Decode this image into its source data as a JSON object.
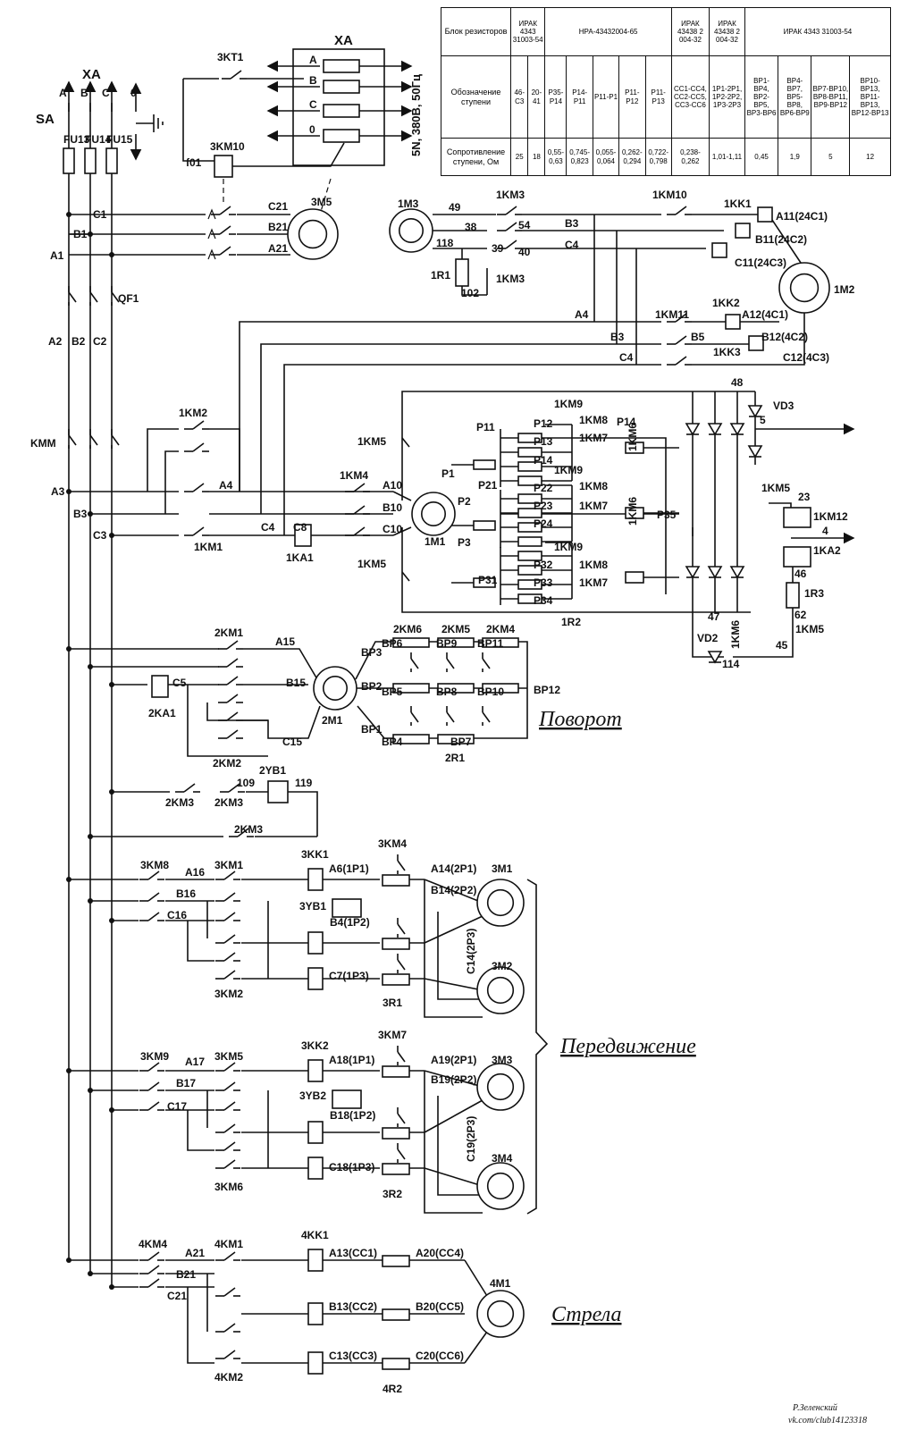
{
  "table": {
    "rows": [
      [
        "Блок резисторов",
        "ИРАК 4343 31003-54",
        "НРА-43432004-65",
        "ИРАК 43438 2 004-32",
        "ИРАК 43438 2 004-32",
        "ИРАК 4343 31003-54"
      ],
      [
        "Обозначение ступени",
        "46-С3",
        "20-41",
        "Р35-Р14",
        "Р14-Р11",
        "Р11-Р1",
        "Р11-Р12",
        "Р11-Р13",
        "СС1-СС4, СС2-СС5, СС3-СС6",
        "1Р1-2Р1, 1Р2-2Р2, 1Р3-2Р3",
        "ВР1-ВР4, ВР2-ВР5, ВР3-ВР6",
        "ВР4-ВР7, ВР5-ВР8, ВР6-ВР9",
        "ВР7-ВР10, ВР8-ВР11, ВР9-ВР12",
        "ВР10-ВР13, ВР11-ВР13, ВР12-ВР13"
      ],
      [
        "Сопротивление ступени, Ом",
        "25",
        "18",
        "0,55-0,63",
        "0,745-0,823",
        "0,055-0,064",
        "0,262-0,294",
        "0,722-0,798",
        "0,238-0,262",
        "1,01-1,11",
        "0,45",
        "1,9",
        "5",
        "12"
      ]
    ]
  },
  "sections": {
    "rotation": "Поворот",
    "travel": "Передвижение",
    "boom": "Стрела"
  },
  "supply": {
    "label": "5N, 380В, 50Гц"
  },
  "signature": [
    "Р.Зеленский",
    "vk.com/club14123318"
  ],
  "labels": [
    {
      "t": "XA"
    },
    {
      "t": "A"
    },
    {
      "t": "B"
    },
    {
      "t": "C"
    },
    {
      "t": "0"
    },
    {
      "t": "SA"
    },
    {
      "t": "FU13"
    },
    {
      "t": "FU14"
    },
    {
      "t": "FU15"
    },
    {
      "t": "3KT1"
    },
    {
      "t": "XA"
    },
    {
      "t": "A"
    },
    {
      "t": "B"
    },
    {
      "t": "C"
    },
    {
      "t": "0"
    },
    {
      "t": "3KM10"
    },
    {
      "t": "f01"
    },
    {
      "t": "C1"
    },
    {
      "t": "B1"
    },
    {
      "t": "A1"
    },
    {
      "t": "C21"
    },
    {
      "t": "B21"
    },
    {
      "t": "A21"
    },
    {
      "t": "3M5"
    },
    {
      "t": "QF1"
    },
    {
      "t": "A2"
    },
    {
      "t": "B2"
    },
    {
      "t": "C2"
    },
    {
      "t": "KMM"
    },
    {
      "t": "A3"
    },
    {
      "t": "B3"
    },
    {
      "t": "C3"
    },
    {
      "t": "1M3"
    },
    {
      "t": "49"
    },
    {
      "t": "38"
    },
    {
      "t": "118"
    },
    {
      "t": "39"
    },
    {
      "t": "1R1"
    },
    {
      "t": "102"
    },
    {
      "t": "1KM3"
    },
    {
      "t": "1KM3"
    },
    {
      "t": "54"
    },
    {
      "t": "40"
    },
    {
      "t": "B3"
    },
    {
      "t": "C4"
    },
    {
      "t": "1KM10"
    },
    {
      "t": "1KK1"
    },
    {
      "t": "A11(24C1)"
    },
    {
      "t": "B11(24C2)"
    },
    {
      "t": "C11(24C3)"
    },
    {
      "t": "1M2"
    },
    {
      "t": "A4"
    },
    {
      "t": "1KM11"
    },
    {
      "t": "1KK2"
    },
    {
      "t": "A12(4C1)"
    },
    {
      "t": "B3"
    },
    {
      "t": "B5"
    },
    {
      "t": "B12(4C2)"
    },
    {
      "t": "C4"
    },
    {
      "t": "1KK3"
    },
    {
      "t": "C12(4C3)"
    },
    {
      "t": "1KM2"
    },
    {
      "t": "A4"
    },
    {
      "t": "1KM1"
    },
    {
      "t": "C4"
    },
    {
      "t": "C8"
    },
    {
      "t": "1KA1"
    },
    {
      "t": "1KM4"
    },
    {
      "t": "A10"
    },
    {
      "t": "B10"
    },
    {
      "t": "C10"
    },
    {
      "t": "1KM5"
    },
    {
      "t": "1KM5"
    },
    {
      "t": "1M1"
    },
    {
      "t": "P1"
    },
    {
      "t": "P2"
    },
    {
      "t": "P3"
    },
    {
      "t": "P11"
    },
    {
      "t": "P12"
    },
    {
      "t": "P13"
    },
    {
      "t": "P14"
    },
    {
      "t": "P14"
    },
    {
      "t": "1KM9"
    },
    {
      "t": "1KM8"
    },
    {
      "t": "1KM7"
    },
    {
      "t": "1KM6"
    },
    {
      "t": "P21"
    },
    {
      "t": "P22"
    },
    {
      "t": "P23"
    },
    {
      "t": "P24"
    },
    {
      "t": "1KM9"
    },
    {
      "t": "1KM8"
    },
    {
      "t": "1KM7"
    },
    {
      "t": "P35"
    },
    {
      "t": "1KM6"
    },
    {
      "t": "P31"
    },
    {
      "t": "P32"
    },
    {
      "t": "P33"
    },
    {
      "t": "P34"
    },
    {
      "t": "1KM9"
    },
    {
      "t": "1KM8"
    },
    {
      "t": "1KM7"
    },
    {
      "t": "1R2"
    },
    {
      "t": "48"
    },
    {
      "t": "VD3"
    },
    {
      "t": "5"
    },
    {
      "t": "1KM5"
    },
    {
      "t": "23"
    },
    {
      "t": "1KM12"
    },
    {
      "t": "4"
    },
    {
      "t": "1KA2"
    },
    {
      "t": "46"
    },
    {
      "t": "1R3"
    },
    {
      "t": "62"
    },
    {
      "t": "1KM5"
    },
    {
      "t": "47"
    },
    {
      "t": "VD2"
    },
    {
      "t": "114"
    },
    {
      "t": "1KM6"
    },
    {
      "t": "45"
    },
    {
      "t": "2KM1"
    },
    {
      "t": "A15"
    },
    {
      "t": "C5"
    },
    {
      "t": "2KA1"
    },
    {
      "t": "B15"
    },
    {
      "t": "C15"
    },
    {
      "t": "2KM2"
    },
    {
      "t": "2M1"
    },
    {
      "t": "2KM6"
    },
    {
      "t": "2KM5"
    },
    {
      "t": "2KM4"
    },
    {
      "t": "BP3"
    },
    {
      "t": "BP6"
    },
    {
      "t": "BP9"
    },
    {
      "t": "BP11"
    },
    {
      "t": "BP2"
    },
    {
      "t": "BP5"
    },
    {
      "t": "BP8"
    },
    {
      "t": "BP10"
    },
    {
      "t": "BP12"
    },
    {
      "t": "BP1"
    },
    {
      "t": "BP4"
    },
    {
      "t": "BP7"
    },
    {
      "t": "2R1"
    },
    {
      "t": "2KM3"
    },
    {
      "t": "2KM3"
    },
    {
      "t": "109"
    },
    {
      "t": "2YB1"
    },
    {
      "t": "119"
    },
    {
      "t": "2KM3"
    },
    {
      "t": "3KM8"
    },
    {
      "t": "A16"
    },
    {
      "t": "3KM1"
    },
    {
      "t": "B16"
    },
    {
      "t": "C16"
    },
    {
      "t": "3KM2"
    },
    {
      "t": "3KK1"
    },
    {
      "t": "A6(1P1)"
    },
    {
      "t": "3YB1"
    },
    {
      "t": "B4(1P2)"
    },
    {
      "t": "C7(1P3)"
    },
    {
      "t": "3KM4"
    },
    {
      "t": "A14(2P1)"
    },
    {
      "t": "B14(2P2)"
    },
    {
      "t": "C14(2P3)"
    },
    {
      "t": "3M1"
    },
    {
      "t": "3M2"
    },
    {
      "t": "3R1"
    },
    {
      "t": "3KM9"
    },
    {
      "t": "A17"
    },
    {
      "t": "3KM5"
    },
    {
      "t": "B17"
    },
    {
      "t": "C17"
    },
    {
      "t": "3KM6"
    },
    {
      "t": "3KK2"
    },
    {
      "t": "A18(1P1)"
    },
    {
      "t": "3YB2"
    },
    {
      "t": "B18(1P2)"
    },
    {
      "t": "C18(1P3)"
    },
    {
      "t": "3KM7"
    },
    {
      "t": "A19(2P1)"
    },
    {
      "t": "B19(2P2)"
    },
    {
      "t": "C19(2P3)"
    },
    {
      "t": "3M3"
    },
    {
      "t": "3M4"
    },
    {
      "t": "3R2"
    },
    {
      "t": "4KM4"
    },
    {
      "t": "A21"
    },
    {
      "t": "4KM1"
    },
    {
      "t": "B21"
    },
    {
      "t": "C21"
    },
    {
      "t": "4KM2"
    },
    {
      "t": "4KK1"
    },
    {
      "t": "A13(CC1)"
    },
    {
      "t": "B13(CC2)"
    },
    {
      "t": "C13(CC3)"
    },
    {
      "t": "A20(CC4)"
    },
    {
      "t": "B20(CC5)"
    },
    {
      "t": "C20(CC6)"
    },
    {
      "t": "4M1"
    },
    {
      "t": "4R2"
    }
  ]
}
